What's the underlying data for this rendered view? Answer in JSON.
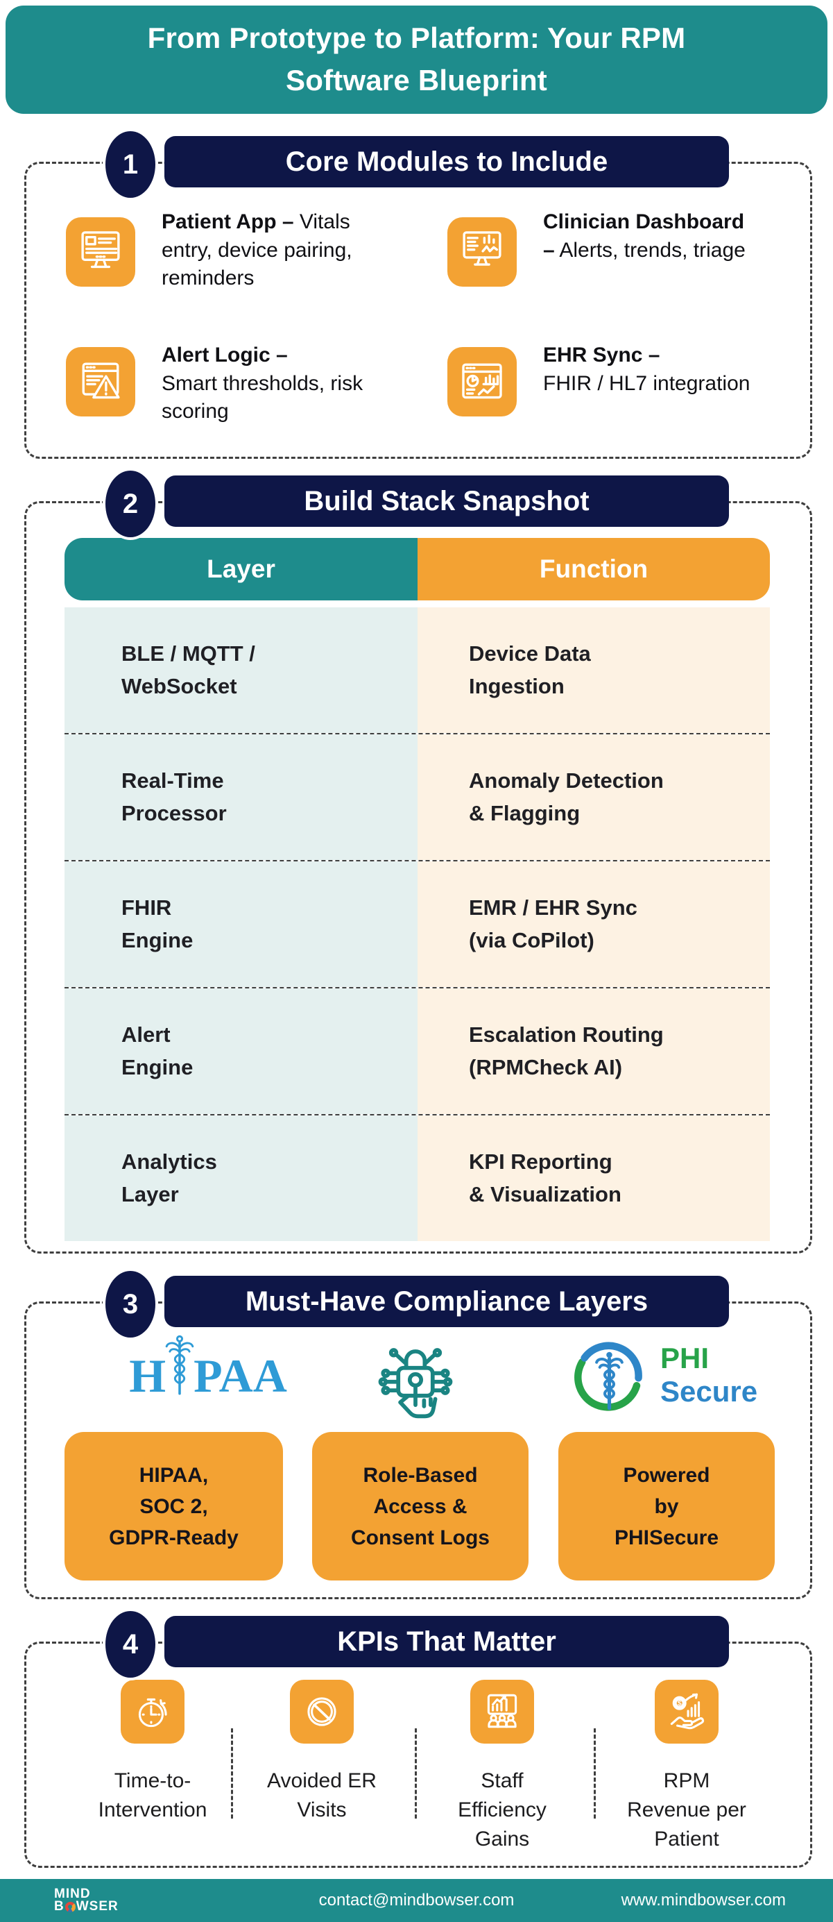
{
  "header": {
    "title": "From Prototype to Platform: Your RPM Software Blueprint"
  },
  "colors": {
    "teal": "#1E8C8C",
    "navy": "#0E1647",
    "orange": "#F3A233",
    "cell_teal": "#E4F0EF",
    "cell_cream": "#FDF2E3",
    "hipaa_blue": "#2E9BD6",
    "phi_green": "#27A349",
    "phi_blue": "#2E86C8",
    "icon_teal": "#1A8482"
  },
  "sections": {
    "core": {
      "number": "1",
      "title": "Core Modules to Include",
      "items": [
        {
          "icon": "patient-app-icon",
          "bold": "Patient App –",
          "rest": "Vitals entry, device pairing, reminders"
        },
        {
          "icon": "clinician-dashboard-icon",
          "bold": "Clinician Dashboard –",
          "rest": "Alerts, trends, triage"
        },
        {
          "icon": "alert-logic-icon",
          "bold": "Alert Logic –",
          "rest": "Smart thresholds, risk scoring"
        },
        {
          "icon": "ehr-sync-icon",
          "bold": "EHR Sync –",
          "rest": "FHIR / HL7 integration"
        }
      ]
    },
    "stack": {
      "number": "2",
      "title": "Build Stack Snapshot",
      "table": {
        "col1": "Layer",
        "col2": "Function",
        "rows": [
          {
            "layer": "BLE / MQTT /\nWebSocket",
            "function": "Device Data\nIngestion"
          },
          {
            "layer": "Real-Time\nProcessor",
            "function": "Anomaly Detection\n& Flagging"
          },
          {
            "layer": "FHIR\nEngine",
            "function": "EMR / EHR Sync\n(via CoPilot)"
          },
          {
            "layer": "Alert\nEngine",
            "function": "Escalation Routing\n(RPMCheck AI)"
          },
          {
            "layer": "Analytics\nLayer",
            "function": "KPI Reporting\n& Visualization"
          }
        ]
      }
    },
    "compliance": {
      "number": "3",
      "title": "Must-Have Compliance Layers",
      "hipaa_logo": {
        "prefix": "H",
        "suffix": "PAA"
      },
      "phi_logo": {
        "line1": "PHI",
        "line2": "Secure"
      },
      "boxes": [
        "HIPAA,\nSOC 2,\nGDPR-Ready",
        "Role-Based\nAccess &\nConsent Logs",
        "Powered\nby\nPHISecure"
      ]
    },
    "kpis": {
      "number": "4",
      "title": "KPIs That Matter",
      "items": [
        {
          "icon": "time-to-intervention-icon",
          "label": "Time-to-\nIntervention"
        },
        {
          "icon": "avoided-er-visits-icon",
          "label": "Avoided ER\nVisits"
        },
        {
          "icon": "staff-efficiency-icon",
          "label": "Staff\nEfficiency\nGains"
        },
        {
          "icon": "rpm-revenue-icon",
          "label": "RPM\nRevenue per\nPatient"
        }
      ]
    }
  },
  "footer": {
    "logo": {
      "line1": "MIND",
      "b": "B",
      "rest": "WSER"
    },
    "contact": "contact@mindbowser.com",
    "website": "www.mindbowser.com"
  }
}
